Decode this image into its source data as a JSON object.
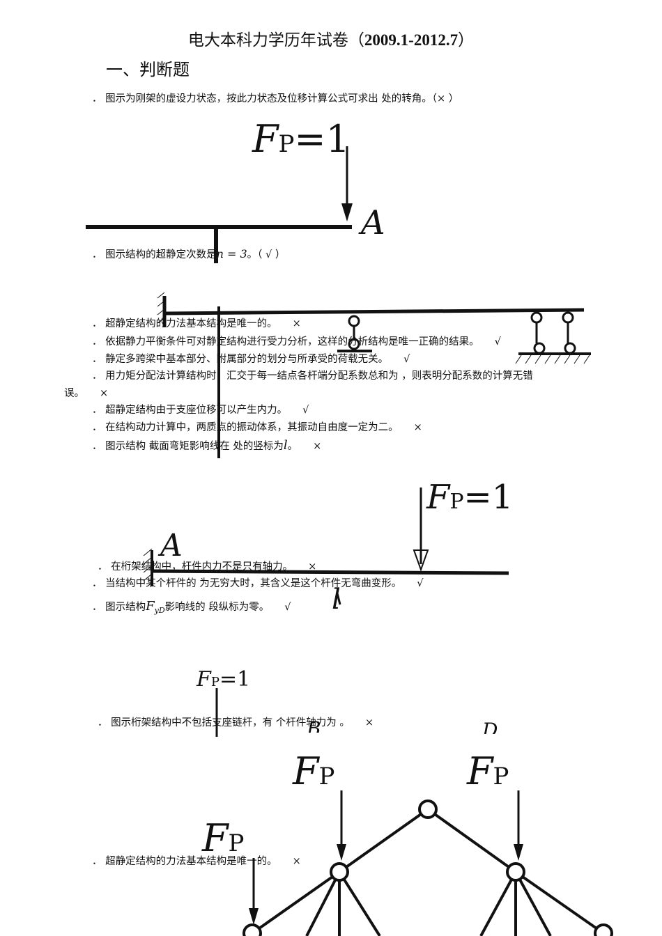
{
  "title_prefix": "电大本科力学历年试卷（",
  "title_dates": "2009.1-2012.7",
  "title_suffix": "）",
  "section": "一、判断题",
  "questions": [
    {
      "text": "． 图示为刚架的虚设力状态，按此力状态及位移计算公式可求出    处的转角。（×      ）"
    },
    {
      "text": "． 图示结构的超静定次数是",
      "math": "n = 3",
      "tail": "。（    √     ）"
    },
    {
      "text": "． 超静定结构的力法基本结构是唯一的。",
      "answer": "×"
    },
    {
      "text": "． 依据静力平衡条件可对静定结构进行受力分析，这样的分析结构是唯一正确的结果。",
      "answer": "√"
    },
    {
      "text": "． 静定多跨梁中基本部分、附属部分的划分与所承受的荷载无关。",
      "answer": "√"
    },
    {
      "text": "． 用力矩分配法计算结构时，汇交于每一结点各杆端分配系数总和为   ，则表明分配系数的计算无错"
    },
    {
      "text": "误。",
      "answer": "×"
    },
    {
      "text": "． 超静定结构由于支座位移可以产生内力。",
      "answer": "√"
    },
    {
      "text": "． 在结构动力计算中，两质点的振动体系，其振动自由度一定为二。",
      "answer": "×"
    },
    {
      "text": "． 图示结构    截面弯矩影响线在     处的竖标为",
      "math": "l",
      "tail": "。",
      "answer": "×"
    },
    {
      "text": "． 在桁架结构中，杆件内力不是只有轴力。",
      "answer": "×"
    },
    {
      "text": "． 当结构中某个杆件的      为无穷大时，其含义是这个杆件无弯曲变形。",
      "answer": "√"
    },
    {
      "text": "． 图示结构",
      "math": "F",
      "sub": "yD",
      "tail": "影响线的      段纵标为零。",
      "answer": "√"
    },
    {
      "text": "． 图示桁架结构中不包括支座链杆，有     个杆件轴力为   。",
      "answer": "×"
    },
    {
      "text": "． 超静定结构的力法基本结构是唯一的。",
      "answer": "×"
    }
  ],
  "figures": {
    "fig1_load": "F",
    "fig1_load_sub": "P",
    "fig1_load_val": "=1",
    "fig1_point": "A",
    "fig3_load": "F",
    "fig3_load_sub": "P",
    "fig3_load_val": "=1",
    "fig3_point": "A",
    "fig3_len": "l",
    "fig4_load": "F",
    "fig4_load_sub": "P",
    "fig4_load_val": "=1",
    "fig4_b": "B",
    "fig4_d": "D",
    "fig5_load": "F",
    "fig5_load_sub": "P"
  }
}
